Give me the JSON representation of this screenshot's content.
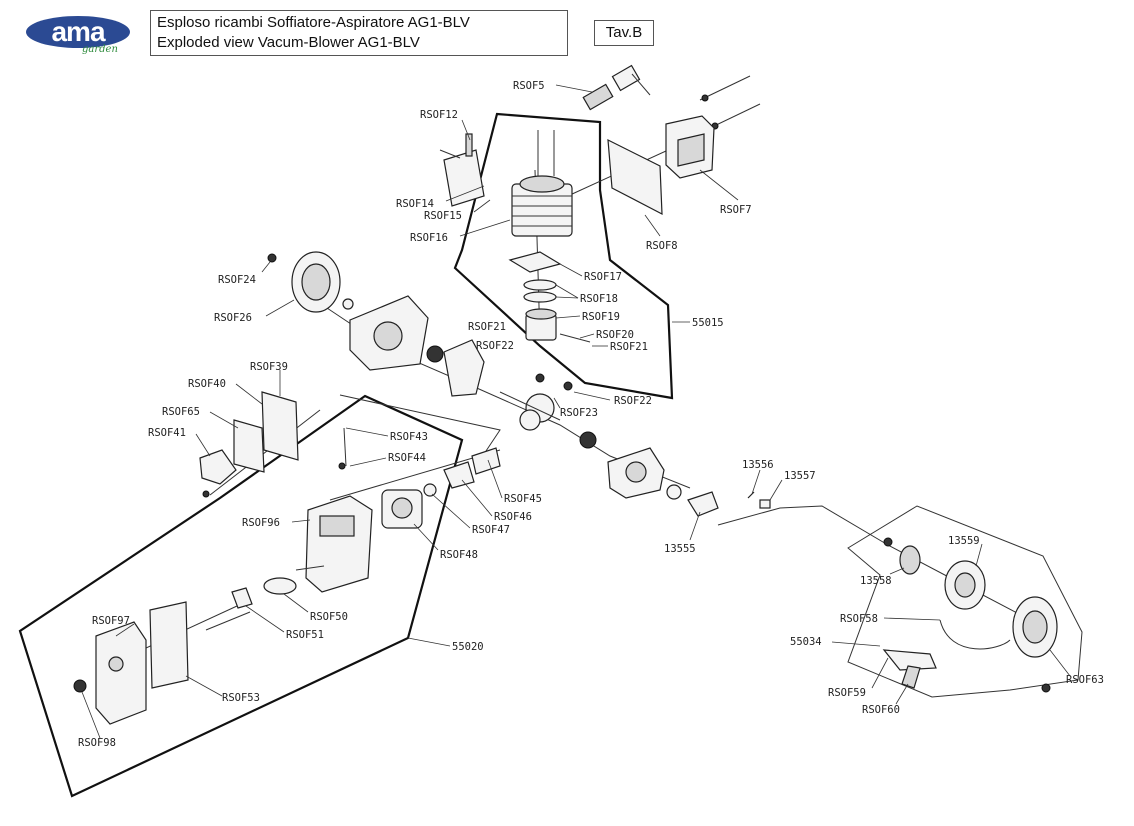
{
  "header": {
    "logo_text": "ama",
    "logo_subtext": "garden",
    "title_line1": "Esploso ricambi Soffiatore-Aspiratore AG1-BLV",
    "title_line2": "Exploded view Vacum-Blower AG1-BLV",
    "table_label": "Tav.B"
  },
  "labels": {
    "RSOF5": "RSOF5",
    "RSOF7": "RSOF7",
    "RSOF8": "RSOF8",
    "RSOF12": "RSOF12",
    "RSOF14": "RSOF14",
    "RSOF15": "RSOF15",
    "RSOF16": "RSOF16",
    "RSOF17": "RSOF17",
    "RSOF18": "RSOF18",
    "RSOF19": "RSOF19",
    "RSOF20": "RSOF20",
    "RSOF21a": "RSOF21",
    "RSOF21b": "RSOF21",
    "RSOF22a": "RSOF22",
    "RSOF22b": "RSOF22",
    "RSOF23": "RSOF23",
    "RSOF24": "RSOF24",
    "RSOF26": "RSOF26",
    "55015": "55015",
    "RSOF39": "RSOF39",
    "RSOF40": "RSOF40",
    "RSOF65": "RSOF65",
    "RSOF41": "RSOF41",
    "RSOF43": "RSOF43",
    "RSOF44": "RSOF44",
    "RSOF45": "RSOF45",
    "RSOF46": "RSOF46",
    "RSOF47": "RSOF47",
    "RSOF48": "RSOF48",
    "RSOF96": "RSOF96",
    "RSOF50": "RSOF50",
    "RSOF51": "RSOF51",
    "RSOF97": "RSOF97",
    "RSOF53": "RSOF53",
    "RSOF98": "RSOF98",
    "55020": "55020",
    "13556": "13556",
    "13557": "13557",
    "13555": "13555",
    "13559": "13559",
    "13558": "13558",
    "RSOF58": "RSOF58",
    "55034": "55034",
    "RSOF63": "RSOF63",
    "RSOF59": "RSOF59",
    "RSOF60": "RSOF60"
  }
}
